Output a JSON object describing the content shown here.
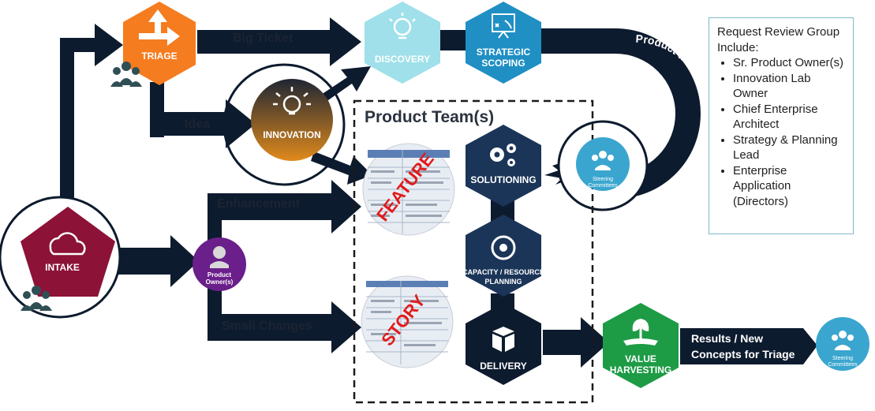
{
  "nodes": {
    "intake": "INTAKE",
    "triage": "TRIAGE",
    "innovation": "INNOVATION",
    "discovery": "DISCOVERY",
    "strategic_scoping": [
      "STRATEGIC",
      "SCOPING"
    ],
    "solutioning": "SOLUTIONING",
    "capacity": [
      "CAPACITY / RESOURCE",
      "PLANNING"
    ],
    "delivery": "DELIVERY",
    "value_harvesting": [
      "VALUE",
      "HARVESTING"
    ],
    "product_owner": [
      "Product",
      "Owner(s)"
    ],
    "steering_committees": [
      "Steering",
      "Committees"
    ]
  },
  "edges": {
    "big_ticket": "Big Ticket",
    "idea": "Idea",
    "enhancement": "Enhancement",
    "small_changes": "Small Changes",
    "results": [
      "Results / New",
      "Concepts for Triage"
    ],
    "product_project_work": "Product and Project Work"
  },
  "product_team": {
    "title": "Product Team(s)"
  },
  "artifacts": {
    "feature": "FEATURE",
    "story": "STORY"
  },
  "review_group": {
    "heading_line1": "Request Review Group",
    "heading_line2": "Include:",
    "items": [
      "Sr. Product Owner(s)",
      "Innovation Lab Owner",
      "Chief Enterprise Architect",
      "Strategy & Planning Lead",
      "Enterprise Application (Directors)"
    ]
  },
  "colors": {
    "navy": "#0d1b2e",
    "intake": "#8c1237",
    "triage": "#f57c1f",
    "innovation": "#c8781a",
    "discovery": "#9fe0ea",
    "scoping": "#1f8fc4",
    "solution": "#1b3558",
    "value": "#1d9b45",
    "owner": "#6a1f8a",
    "steering": "#3aa6cf"
  }
}
